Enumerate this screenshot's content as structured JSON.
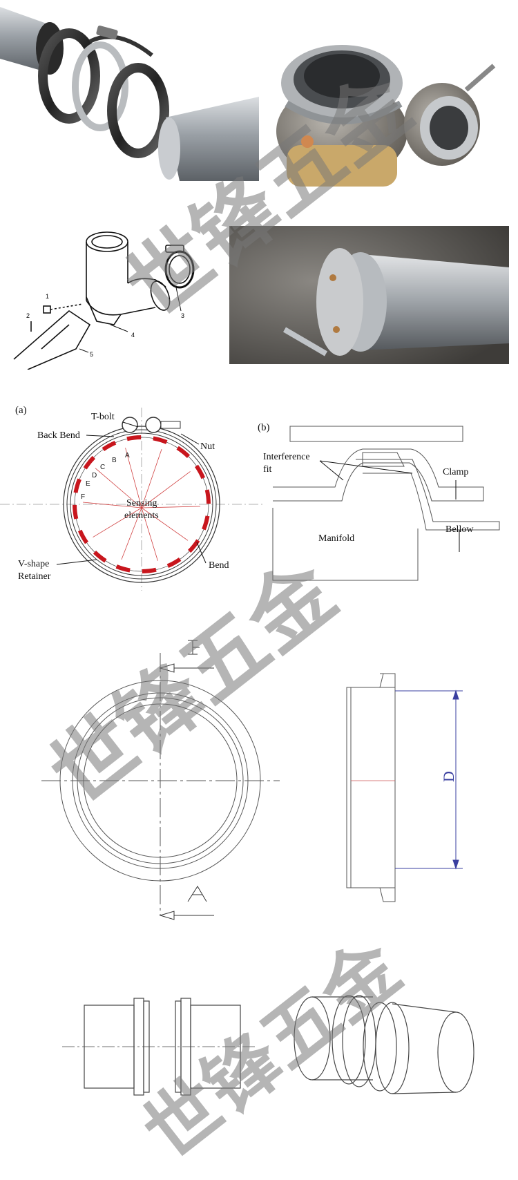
{
  "watermark": {
    "text": "世锋五金"
  },
  "exploded_drawing": {
    "callouts": [
      "1",
      "2",
      "3",
      "4",
      "5"
    ]
  },
  "sensing_figure": {
    "panel_a_tag": "(a)",
    "panel_b_tag": "(b)",
    "t_bolt": "T-bolt",
    "back_bend": "Back Bend",
    "nut": "Nut",
    "sensing": "Sensing",
    "elements": "elements",
    "v_shape": "V-shape",
    "retainer": "Retainer",
    "bend": "Bend",
    "letters": [
      "A",
      "B",
      "C",
      "D",
      "E",
      "F"
    ],
    "interference": "Interference",
    "fit": "fit",
    "clamp": "Clamp",
    "bellow": "Bellow",
    "manifold": "Manifold"
  },
  "flange_drawing": {
    "dim_label": "D"
  },
  "colors": {
    "sensor_red": "#c8161d",
    "arrow_red": "#d04040",
    "line_blue": "#3a3fa0",
    "metal": "#9aa0a6"
  }
}
